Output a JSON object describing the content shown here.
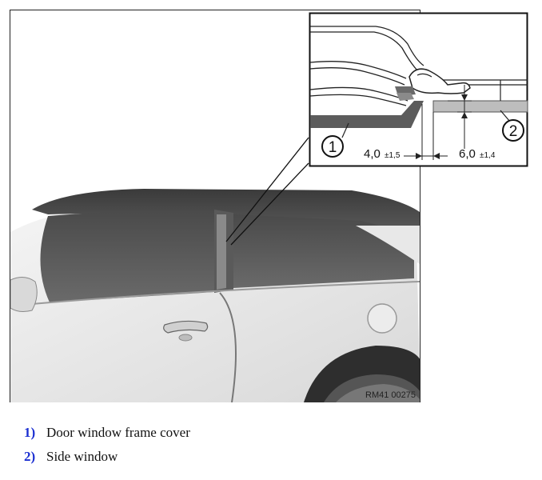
{
  "figure": {
    "reference_code": "RM41 00275",
    "callouts": [
      "1",
      "2"
    ],
    "dimensions": [
      {
        "value": "4,0",
        "tolerance": "±1,5"
      },
      {
        "value": "6,0",
        "tolerance": "±1,4"
      }
    ]
  },
  "legend": [
    {
      "number": "1)",
      "label": "Door window frame cover"
    },
    {
      "number": "2)",
      "label": "Side window"
    }
  ]
}
